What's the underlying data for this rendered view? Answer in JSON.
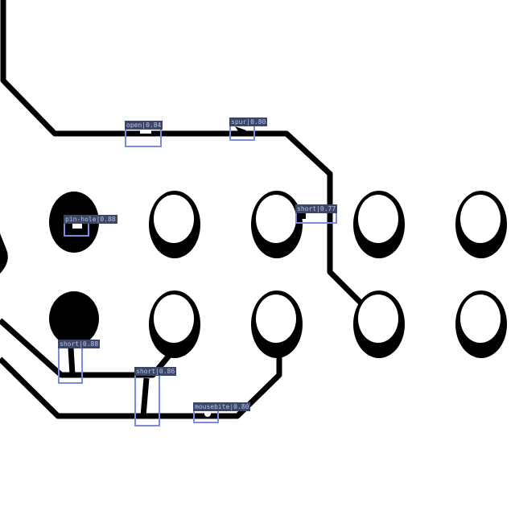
{
  "colors": {
    "copper": "#000000",
    "background": "#ffffff",
    "box": "#7b8be0",
    "label_bg": "#3c4666",
    "label_text": "#b9c4ee"
  },
  "detections": [
    {
      "id": "open",
      "label": "open|0.84"
    },
    {
      "id": "spur",
      "label": "spur|0.80"
    },
    {
      "id": "short-1",
      "label": "short|0.77"
    },
    {
      "id": "pin-hole",
      "label": "pin-hole|0.88"
    },
    {
      "id": "short-2",
      "label": "short|0.88"
    },
    {
      "id": "short-3",
      "label": "short|0.86"
    },
    {
      "id": "mousebite",
      "label": "mousebite|0.80"
    }
  ]
}
